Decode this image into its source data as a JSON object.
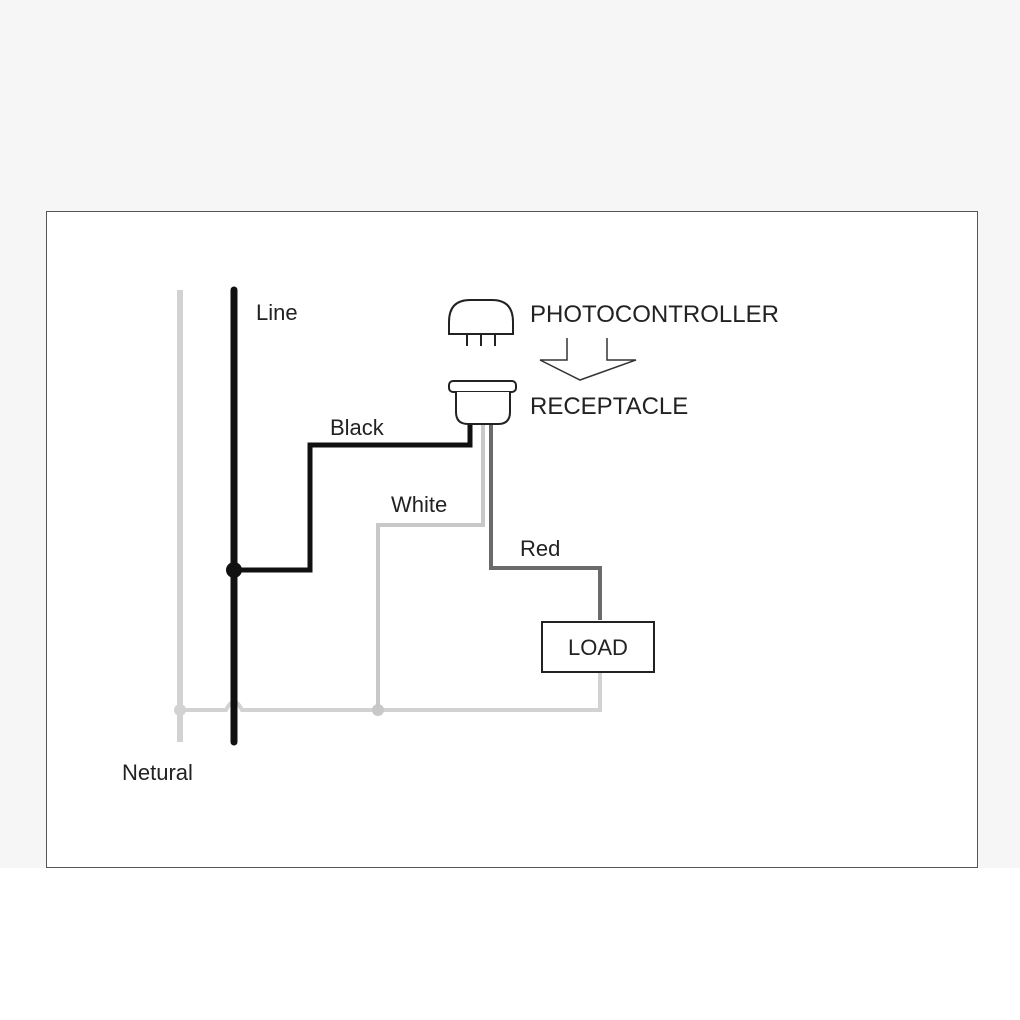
{
  "labels": {
    "line": "Line",
    "black": "Black",
    "white": "White",
    "red": "Red",
    "load": "LOAD",
    "netural": "Netural",
    "photocontroller": "PHOTOCONTROLLER",
    "receptacle": "RECEPTACLE"
  },
  "colors": {
    "line_wire": "#111111",
    "neutral_wire": "#d2d2d2",
    "white_wire": "#c8c8c8",
    "red_wire": "#6a6a6a",
    "text": "#222222"
  }
}
